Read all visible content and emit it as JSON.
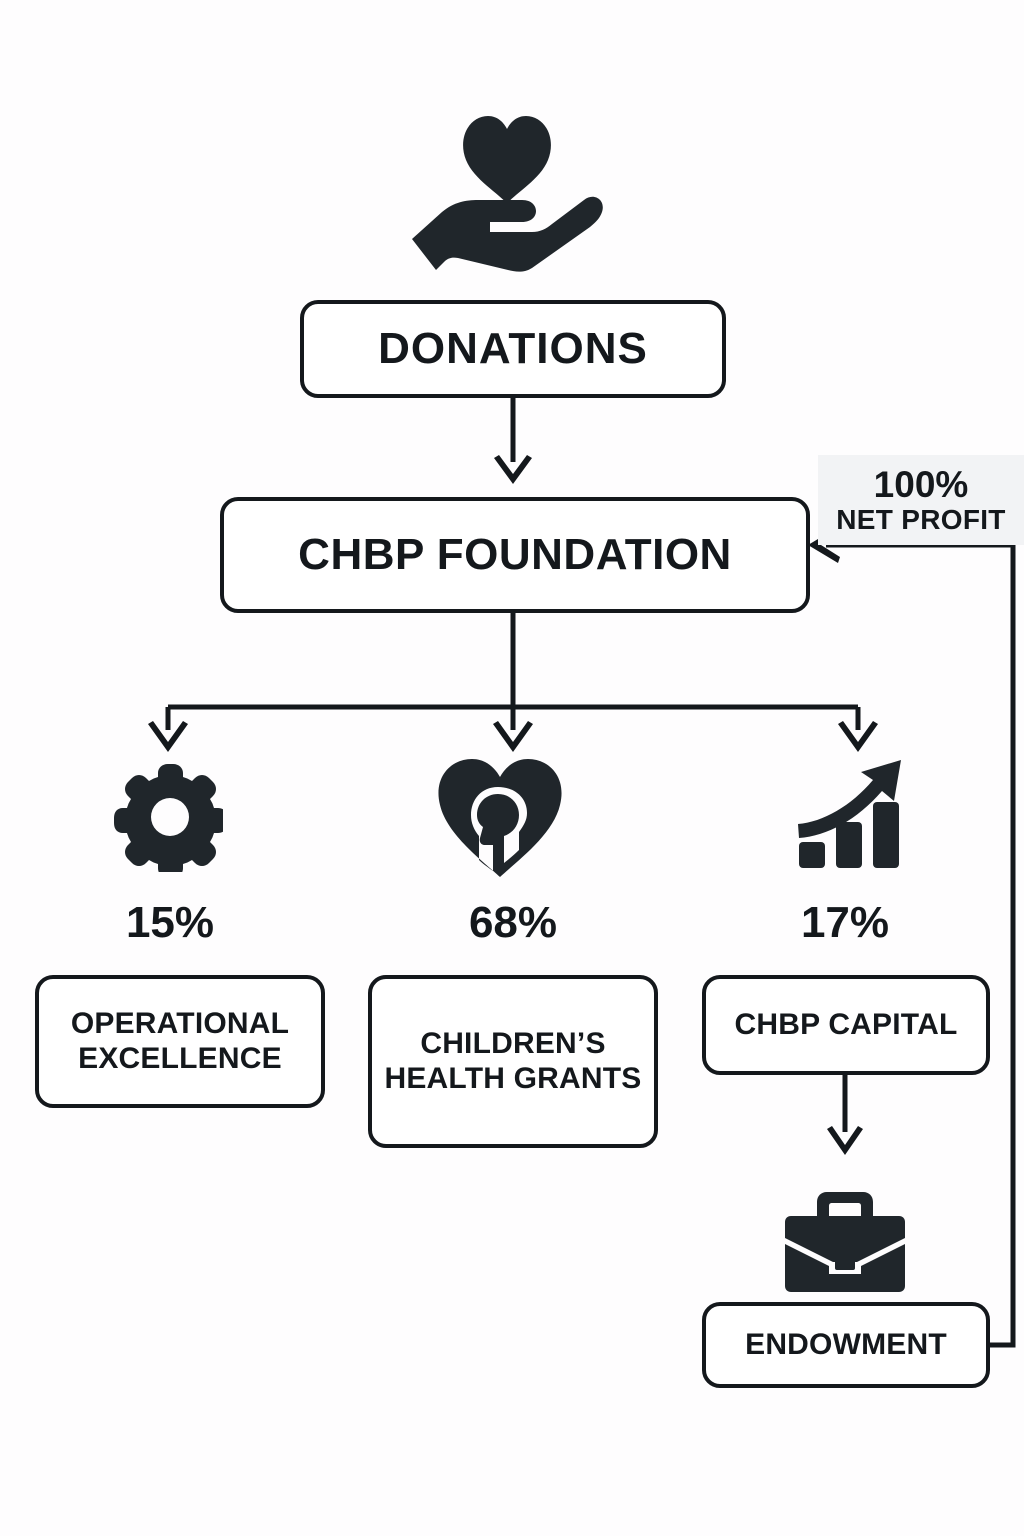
{
  "diagram": {
    "title_node": "DONATIONS",
    "org_node": "CHBP FOUNDATION",
    "callout": {
      "percent": "100%",
      "label": "NET PROFIT"
    },
    "branches": [
      {
        "percent": "15%",
        "label": "OPERATIONAL EXCELLENCE",
        "icon": "gear-icon"
      },
      {
        "percent": "68%",
        "label": "CHILDREN’S HEALTH GRANTS",
        "icon": "heart-child-icon"
      },
      {
        "percent": "17%",
        "label": "CHBP CAPITAL",
        "icon": "growth-chart-icon"
      }
    ],
    "capital_chain": {
      "icon": "briefcase-icon",
      "node": "ENDOWMENT"
    },
    "top_icon": "hand-holding-heart-icon",
    "colors": {
      "ink": "#14181c",
      "icon_fill": "#20262b",
      "page_background": "#fefdfe",
      "callout_background": "#f2f3f5",
      "node_fill": "#ffffff"
    }
  }
}
